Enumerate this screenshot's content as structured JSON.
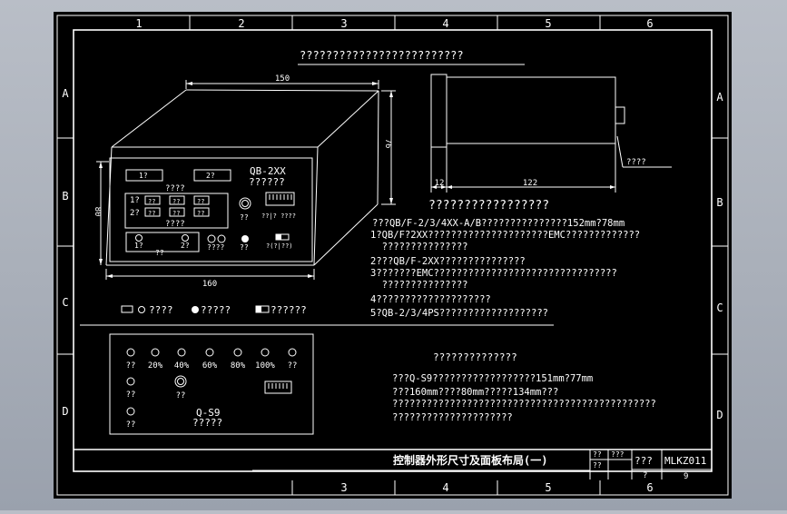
{
  "grid": {
    "top_cols": [
      "1",
      "2",
      "3",
      "4",
      "5",
      "6"
    ],
    "bottom_cols": [
      "3",
      "4",
      "5",
      "6"
    ],
    "rows": [
      "A",
      "B",
      "C",
      "D"
    ]
  },
  "title_top": "?????????????????????????",
  "dims": {
    "front_top": "150",
    "front_height": "76",
    "front_left": "80",
    "front_bottom": "160",
    "side_left": "12",
    "side_bottom": "122"
  },
  "callout": "????",
  "panel_front": {
    "model": "QB-2XX",
    "model_sub": "??????",
    "box1": "1?",
    "box2": "2?",
    "meter_caption": "????",
    "row1_label": "1?",
    "row2_label": "2?",
    "cell": "??",
    "grid_caption": "????",
    "knob_label": "??",
    "switch_caption": "??|? ????",
    "btn1": "1?",
    "btn2": "2?",
    "btn_caption": "??",
    "ind1": "????",
    "ind2": "??",
    "ind3": "?(?|??)"
  },
  "legend": {
    "item1": "????",
    "item2": "?????",
    "item3": "??????"
  },
  "spec1": {
    "heading": "?????????????????",
    "lines": [
      "???QB/F-2/3/4XX-A/B???????????????152mm?78mm",
      "1?QB/F?2XX?????????????????????EMC?????????????",
      "  ???????????????",
      "2???QB/F-2XX???????????????",
      "3???????EMC????????????????????????????????",
      "  ???????????????",
      "4????????????????????",
      "5?QB-2/3/4PS???????????????????"
    ]
  },
  "panel2": {
    "labels": [
      "??",
      "20%",
      "40%",
      "60%",
      "80%",
      "100%",
      "??"
    ],
    "left2": "??",
    "knob": "??",
    "left3": "??",
    "model": "Q-S9",
    "model_sub": "?????"
  },
  "spec2": {
    "heading": "??????????????",
    "lines": [
      "???Q-S9??????????????????151mm?77mm",
      "???160mm????80mm?????134mm???",
      "??????????????????????????????????????????????",
      "?????????????????????"
    ]
  },
  "title_block": {
    "drawing_title": "控制器外形尺寸及面板布局(一)",
    "c1": "??",
    "c2": "???",
    "c3": "??",
    "c4": "???",
    "code": "MLKZ011",
    "r2a": "?",
    "sheet": "9"
  }
}
